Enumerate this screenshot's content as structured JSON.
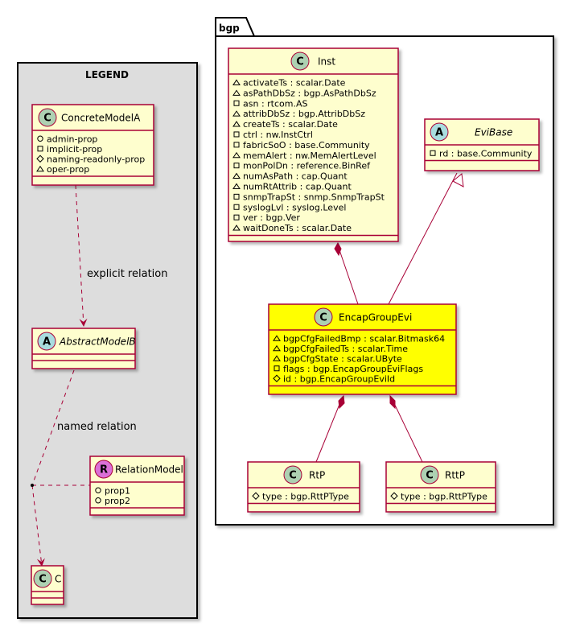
{
  "legend": {
    "title": "LEGEND",
    "concrete_model": {
      "name": "ConcreteModelA",
      "stereotype": "C",
      "attributes": [
        {
          "vis": "+",
          "text": "admin-prop"
        },
        {
          "vis": "-",
          "text": "implicit-prop"
        },
        {
          "vis": "#",
          "text": "naming-readonly-prop"
        },
        {
          "vis": "~",
          "text": "oper-prop"
        }
      ]
    },
    "abstract_model": {
      "name": "AbstractModelB",
      "stereotype": "A"
    },
    "relation_model": {
      "name": "RelationModel",
      "stereotype": "R",
      "attributes": [
        {
          "vis": "+",
          "text": "prop1"
        },
        {
          "vis": "+",
          "text": "prop2"
        }
      ]
    },
    "class_c": {
      "name": "C",
      "stereotype": "C"
    },
    "explicit_relation_label": "explicit relation",
    "named_relation_label": "named relation"
  },
  "package": {
    "name": "bgp",
    "inst": {
      "name": "Inst",
      "stereotype": "C",
      "attributes": [
        {
          "vis": "~",
          "text": "activateTs : scalar.Date"
        },
        {
          "vis": "~",
          "text": "asPathDbSz : bgp.AsPathDbSz"
        },
        {
          "vis": "-",
          "text": "asn : rtcom.AS"
        },
        {
          "vis": "~",
          "text": "attribDbSz : bgp.AttribDbSz"
        },
        {
          "vis": "~",
          "text": "createTs : scalar.Date"
        },
        {
          "vis": "-",
          "text": "ctrl : nw.InstCtrl"
        },
        {
          "vis": "-",
          "text": "fabricSoO : base.Community"
        },
        {
          "vis": "~",
          "text": "memAlert : nw.MemAlertLevel"
        },
        {
          "vis": "-",
          "text": "monPolDn : reference.BinRef"
        },
        {
          "vis": "~",
          "text": "numAsPath : cap.Quant"
        },
        {
          "vis": "~",
          "text": "numRtAttrib : cap.Quant"
        },
        {
          "vis": "-",
          "text": "snmpTrapSt : snmp.SnmpTrapSt"
        },
        {
          "vis": "-",
          "text": "syslogLvl : syslog.Level"
        },
        {
          "vis": "-",
          "text": "ver : bgp.Ver"
        },
        {
          "vis": "~",
          "text": "waitDoneTs : scalar.Date"
        }
      ]
    },
    "evibase": {
      "name": "EviBase",
      "stereotype": "A",
      "attributes": [
        {
          "vis": "-",
          "text": "rd : base.Community"
        }
      ]
    },
    "encap": {
      "name": "EncapGroupEvi",
      "stereotype": "C",
      "attributes": [
        {
          "vis": "~",
          "text": "bgpCfgFailedBmp : scalar.Bitmask64"
        },
        {
          "vis": "~",
          "text": "bgpCfgFailedTs : scalar.Time"
        },
        {
          "vis": "~",
          "text": "bgpCfgState : scalar.UByte"
        },
        {
          "vis": "-",
          "text": "flags : bgp.EncapGroupEviFlags"
        },
        {
          "vis": "#",
          "text": "id : bgp.EncapGroupEviId"
        }
      ]
    },
    "rtp": {
      "name": "RtP",
      "stereotype": "C",
      "attributes": [
        {
          "vis": "#",
          "text": "type : bgp.RttPType"
        }
      ]
    },
    "rttp": {
      "name": "RttP",
      "stereotype": "C",
      "attributes": [
        {
          "vis": "#",
          "text": "type : bgp.RttPType"
        }
      ]
    }
  },
  "colors": {
    "class_fill": "#FEFECE",
    "class_border": "#A80036",
    "highlight_fill": "#FFFF00",
    "legend_fill": "#DDDDDD",
    "circle_c": "#ADD1B2",
    "circle_a": "#A9DCDF",
    "circle_r": "#DA70D6",
    "relation": "#A80036"
  }
}
